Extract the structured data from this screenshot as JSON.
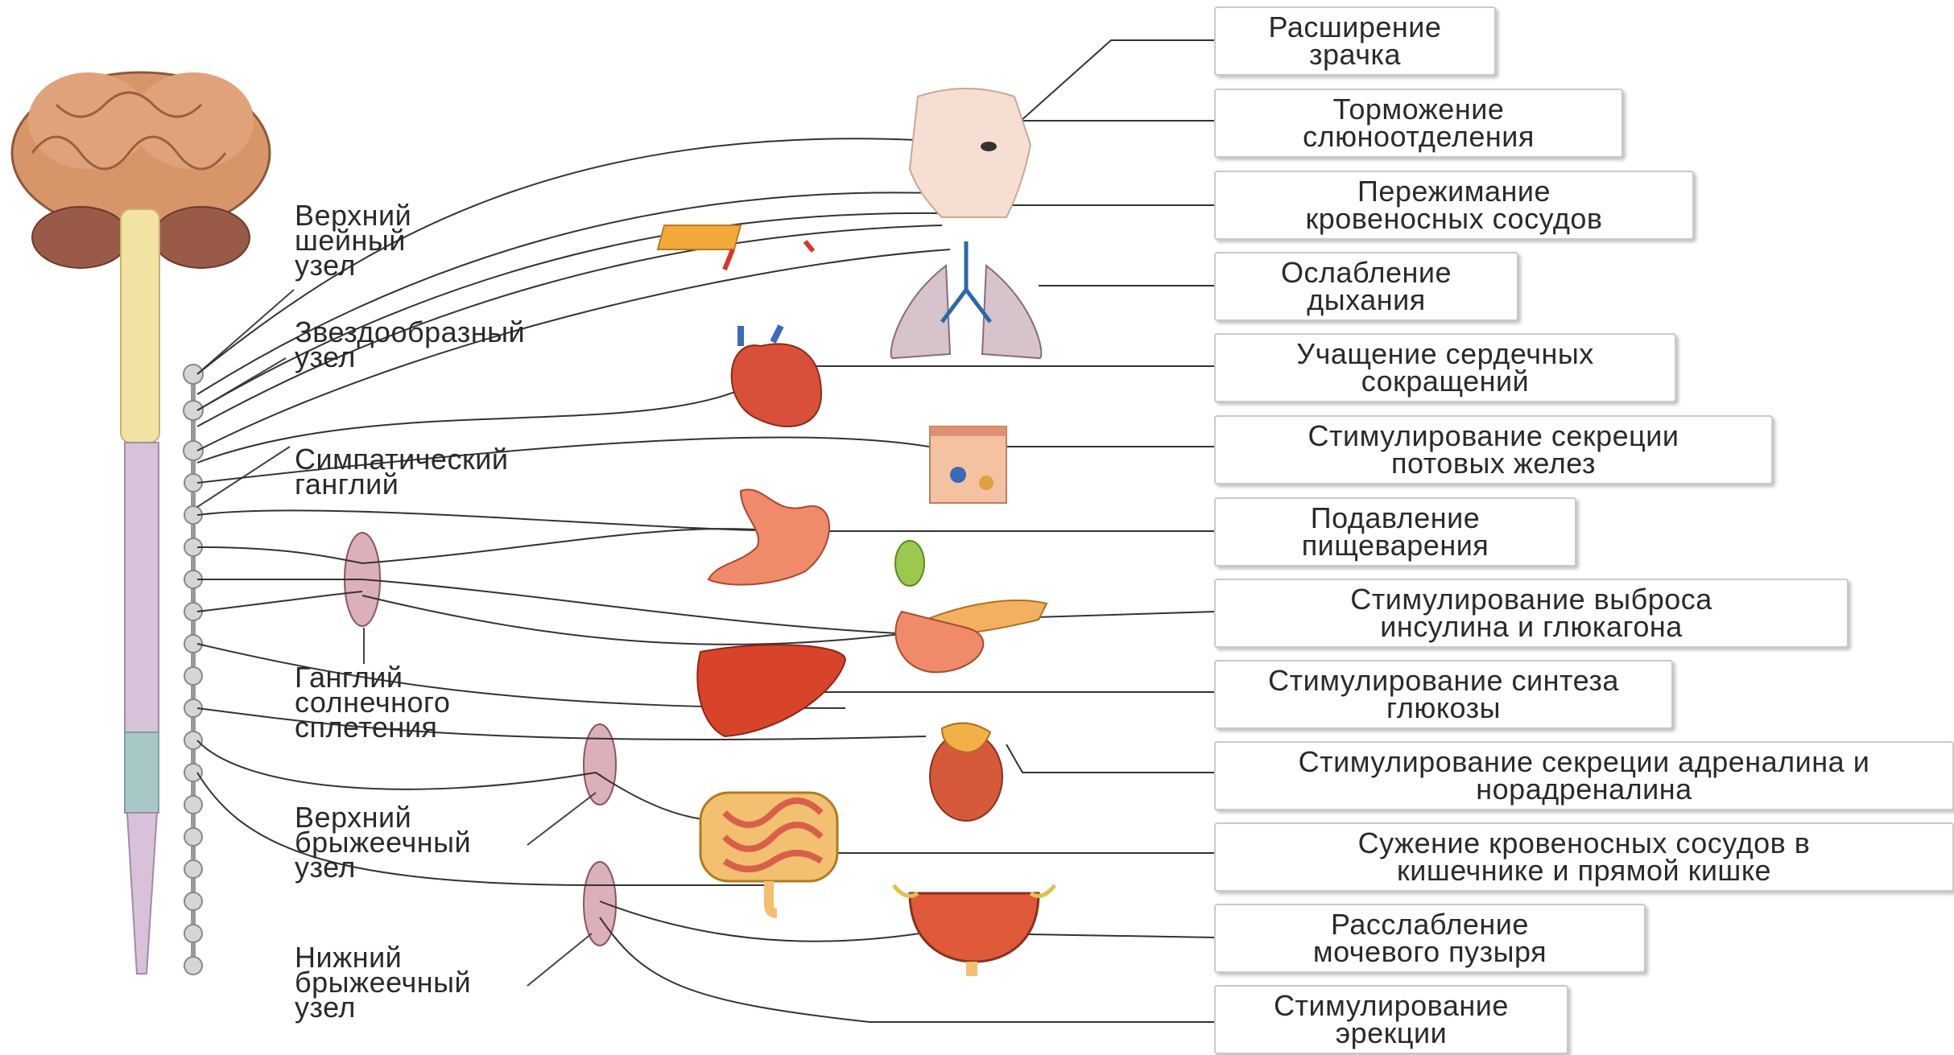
{
  "ganglia_labels": {
    "superior_cervical": "Верхний\nшейный\nузел",
    "stellate": "Звездообразный\nузел",
    "sympathetic": "Симпатический\nганглий",
    "solar_plexus": "Ганглий\nсолнечного\nсплетения",
    "superior_mesenteric": "Верхний\nбрыжеечный\nузел",
    "inferior_mesenteric": "Нижний\nбрыжеечный\nузел"
  },
  "effects": [
    "Расширение\nзрачка",
    "Торможение\nслюноотделения",
    "Пережимание\nкровеносных сосудов",
    "Ослабление\nдыхания",
    "Учащение сердечных\nсокращений",
    "Стимулирование секреции\nпотовых желез",
    "Подавление\nпищеварения",
    "Стимулирование выброса\nинсулина и глюкагона",
    "Стимулирование синтеза\nглюкозы",
    "Стимулирование секреции адреналина и\nнорадреналина",
    "Сужение кровеносных сосудов в\nкишечнике и прямой кишке",
    "Расслабление\nмочевого пузыря",
    "Стимулирование\nэрекции"
  ],
  "organ_icons": [
    "eye-face-icon",
    "blood-vessel-icon",
    "lungs-icon",
    "heart-icon",
    "sweat-gland-skin-icon",
    "stomach-icon",
    "pancreas-icon",
    "liver-icon",
    "adrenal-kidney-icon",
    "intestine-icon",
    "bladder-icon"
  ],
  "colors": {
    "brain": "#d9956a",
    "cerebellum": "#9a5a48",
    "cord_upper": "#f3e3a3",
    "cord_middle": "#d8c2da",
    "cord_lower": "#a8c8c8",
    "chain": "#d0d0d0",
    "ganglion": "#dcb0b8",
    "organ": "#e56a3c"
  }
}
